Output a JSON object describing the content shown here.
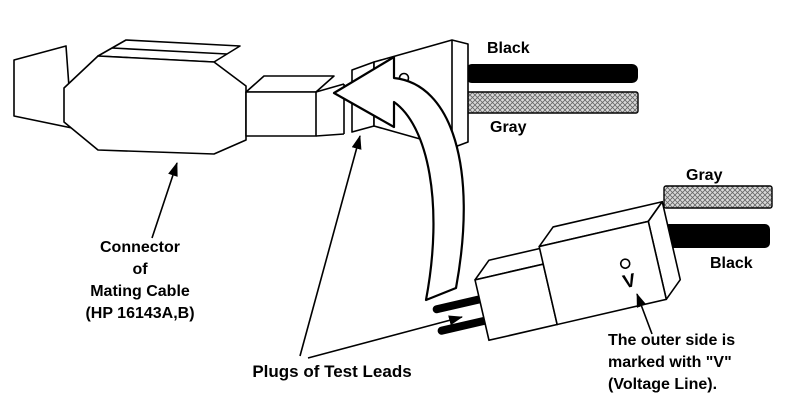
{
  "figure": {
    "top_wires": {
      "black_label": "Black",
      "gray_label": "Gray"
    },
    "bottom_wires": {
      "gray_label": "Gray",
      "black_label": "Black"
    },
    "connector_caption": {
      "line1": "Connector",
      "line2": "of",
      "line3": "Mating Cable",
      "line4": "(HP 16143A,B)"
    },
    "plugs_caption": "Plugs of Test Leads",
    "v_mark": "V",
    "v_note": {
      "line1": "The outer side is",
      "line2": "marked with \"V\"",
      "line3": "(Voltage Line)."
    },
    "colors": {
      "line": "#000000",
      "background": "#ffffff",
      "wire_black": "#000000",
      "wire_gray_fill": "#d9d9d9",
      "wire_gray_hatch": "#666666"
    }
  }
}
